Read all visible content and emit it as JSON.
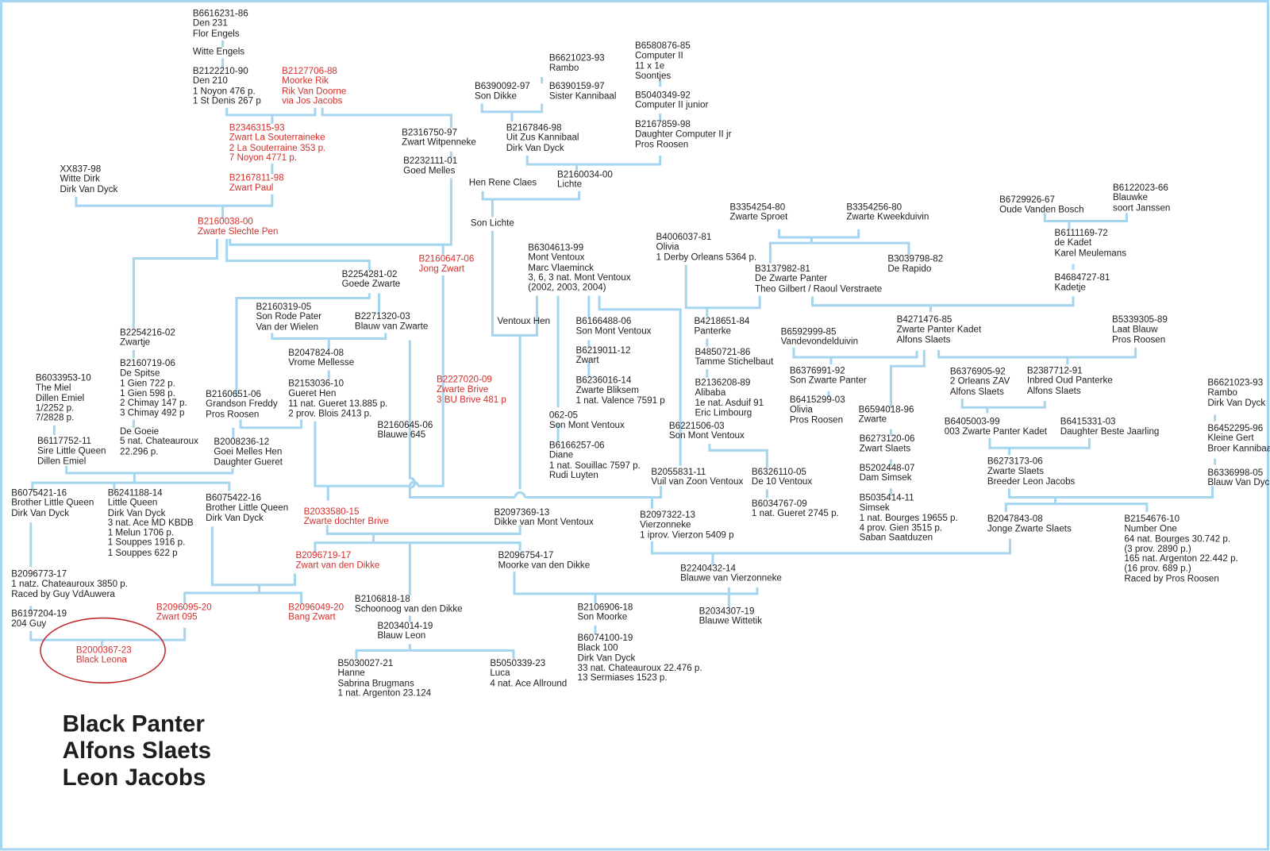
{
  "title_lines": [
    "Black Panter",
    "Alfons Slaets",
    "Leon Jacobs"
  ],
  "colors": {
    "connector": "#a5d5ef",
    "highlight": "#d3302c",
    "text": "#1e1e1e",
    "frame": "#a5d5ef"
  },
  "nodes": [
    {
      "lines": [
        "B6616231-86",
        "Den 231",
        "Flor Engels"
      ]
    },
    {
      "lines": [
        "Witte Engels"
      ]
    },
    {
      "lines": [
        "B2122210-90",
        "Den 210",
        "1 Noyon 476 p.",
        "1 St Denis 267 p"
      ]
    },
    {
      "lines": [
        "B2127706-88",
        "Moorke Rik",
        "Rik Van Doorne",
        "via Jos Jacobs"
      ],
      "red": true
    },
    {
      "lines": [
        "B2346315-93",
        "Zwart La Souterraineke",
        "2 La Souterraine 353 p.",
        "7 Noyon 4771 p."
      ],
      "red": true
    },
    {
      "lines": [
        "B2167811-98",
        "Zwart Paul"
      ],
      "red": true
    },
    {
      "lines": [
        "XX837-98",
        "Witte Dirk",
        "Dirk Van Dyck"
      ]
    },
    {
      "lines": [
        "B2160038-00",
        "Zwarte Slechte Pen"
      ],
      "red": true
    },
    {
      "lines": [
        "B2316750-97",
        "Zwart Witpenneke"
      ]
    },
    {
      "lines": [
        "B2232111-01",
        "Goed Melles"
      ]
    },
    {
      "lines": [
        "B6621023-93",
        "Rambo"
      ]
    },
    {
      "lines": [
        "B6390092-97",
        "Son Dikke"
      ]
    },
    {
      "lines": [
        "B6390159-97",
        "Sister Kannibaal"
      ]
    },
    {
      "lines": [
        "B6580876-85",
        "Computer II",
        "11 x 1e",
        "Soontjes"
      ]
    },
    {
      "lines": [
        "B5040349-92",
        "Computer II junior"
      ]
    },
    {
      "lines": [
        "B2167846-98",
        "Uit Zus Kannibaal",
        "Dirk Van Dyck"
      ]
    },
    {
      "lines": [
        "B2167859-98",
        "Daughter Computer II jr",
        "Pros Roosen"
      ]
    },
    {
      "lines": [
        "B2160034-00",
        "Lichte"
      ]
    },
    {
      "lines": [
        "Hen Rene Claes"
      ]
    },
    {
      "lines": [
        "Son Lichte"
      ]
    },
    {
      "lines": [
        "B2160647-06",
        "Jong Zwart"
      ],
      "red": true
    },
    {
      "lines": [
        "B2254281-02",
        "Goede Zwarte"
      ]
    },
    {
      "lines": [
        "B6304613-99",
        "Mont Ventoux",
        "Marc Vlaeminck",
        "3, 6, 3 nat. Mont Ventoux",
        "(2002, 2003, 2004)"
      ]
    },
    {
      "lines": [
        "B4006037-81",
        "Olivia",
        "1 Derby Orleans 5364 p."
      ]
    },
    {
      "lines": [
        "B3354254-80",
        "Zwarte Sproet"
      ]
    },
    {
      "lines": [
        "B3354256-80",
        "Zwarte Kweekduivin"
      ]
    },
    {
      "lines": [
        "B3137982-81",
        "De Zwarte Panter",
        "Theo Gilbert / Raoul Verstraete"
      ]
    },
    {
      "lines": [
        "B3039798-82",
        "De Rapido"
      ]
    },
    {
      "lines": [
        "B6729926-67",
        "Oude Vanden Bosch"
      ]
    },
    {
      "lines": [
        "B6122023-66",
        "Blauwke",
        "soort Janssen"
      ]
    },
    {
      "lines": [
        "B6111169-72",
        "de Kadet",
        "Karel Meulemans"
      ]
    },
    {
      "lines": [
        "B4684727-81",
        "Kadetje"
      ]
    },
    {
      "lines": [
        "B2160319-05",
        "Son Rode Pater",
        "Van der Wielen"
      ]
    },
    {
      "lines": [
        "B2271320-03",
        "Blauw van Zwarte"
      ]
    },
    {
      "lines": [
        "B2254216-02",
        "Zwartje"
      ]
    },
    {
      "lines": [
        "B2047824-08",
        "Vrome Mellesse"
      ]
    },
    {
      "lines": [
        "B2160719-06",
        "De Spitse",
        "1 Gien 722 p.",
        "1 Gien 598 p.",
        "2 Chimay 147 p.",
        "3 Chimay 492 p"
      ]
    },
    {
      "lines": [
        "B6033953-10",
        "The Miel",
        "Dillen Emiel",
        "1/2252 p.",
        "7/2828 p."
      ]
    },
    {
      "lines": [
        "B2153036-10",
        "Gueret Hen",
        "11 nat. Gueret 13.885 p.",
        "2 prov. Blois 2413 p."
      ]
    },
    {
      "lines": [
        "B2160651-06",
        "Grandson Freddy",
        "Pros Roosen"
      ]
    },
    {
      "lines": [
        "B2227020-09",
        "Zwarte Brive",
        "3 BU Brive 481 p"
      ],
      "red": true
    },
    {
      "lines": [
        "B2160645-06",
        "Blauwe 645"
      ]
    },
    {
      "lines": [
        "De Goeie",
        "5 nat. Chateauroux",
        "22.296 p."
      ]
    },
    {
      "lines": [
        "B6117752-11",
        "Sire Little Queen",
        "Dillen Emiel"
      ]
    },
    {
      "lines": [
        "B2008236-12",
        "Goei Melles Hen",
        "Daughter Gueret"
      ]
    },
    {
      "lines": [
        "Ventoux Hen"
      ]
    },
    {
      "lines": [
        "B6166488-06",
        "Son Mont Ventoux"
      ]
    },
    {
      "lines": [
        "B6219011-12",
        "Zwart"
      ]
    },
    {
      "lines": [
        "B6236016-14",
        "Zwarte Bliksem",
        "1 nat. Valence 7591 p"
      ]
    },
    {
      "lines": [
        "062-05",
        "Son Mont Ventoux"
      ]
    },
    {
      "lines": [
        "B6166257-06",
        "Diane",
        "1 nat. Souillac 7597 p.",
        "Rudi Luyten"
      ]
    },
    {
      "lines": [
        "B4218651-84",
        "Panterke"
      ]
    },
    {
      "lines": [
        "B4850721-86",
        "Tamme Stichelbaut"
      ]
    },
    {
      "lines": [
        "B2136208-89",
        "Alibaba",
        "1e nat. Asduif 91",
        "Eric Limbourg"
      ]
    },
    {
      "lines": [
        "B6221506-03",
        "Son Mont Ventoux"
      ]
    },
    {
      "lines": [
        "B2055831-11",
        "Vuil van Zoon Ventoux"
      ]
    },
    {
      "lines": [
        "B6326110-05",
        "De 10 Ventoux"
      ]
    },
    {
      "lines": [
        "B6034767-09",
        "1 nat. Gueret 2745 p."
      ]
    },
    {
      "lines": [
        "B6592999-85",
        "Vandevondelduivin"
      ]
    },
    {
      "lines": [
        "B6376991-92",
        "Son Zwarte Panter"
      ]
    },
    {
      "lines": [
        "B6415299-03",
        "Olivia",
        "Pros Roosen"
      ]
    },
    {
      "lines": [
        "B4271476-85",
        "Zwarte Panter Kadet",
        "Alfons Slaets"
      ]
    },
    {
      "lines": [
        "B5339305-89",
        "Laat Blauw",
        "Pros Roosen"
      ]
    },
    {
      "lines": [
        "B6376905-92",
        "2 Orleans ZAV",
        "Alfons Slaets"
      ]
    },
    {
      "lines": [
        "B2387712-91",
        "Inbred Oud Panterke",
        "Alfons Slaets"
      ]
    },
    {
      "lines": [
        "B6594018-96",
        "Zwarte"
      ]
    },
    {
      "lines": [
        "B6273120-06",
        "Zwart Slaets"
      ]
    },
    {
      "lines": [
        "B5202448-07",
        "Dam Simsek"
      ]
    },
    {
      "lines": [
        "B5035414-11",
        "Simsek",
        "1 nat. Bourges 19655 p.",
        "4 prov. Gien 3515 p.",
        "Saban Saatduzen"
      ]
    },
    {
      "lines": [
        "B6405003-99",
        "003 Zwarte Panter Kadet"
      ]
    },
    {
      "lines": [
        "B6415331-03",
        "Daughter Beste Jaarling"
      ]
    },
    {
      "lines": [
        "B6621023-93",
        "Rambo",
        "Dirk Van Dyck"
      ]
    },
    {
      "lines": [
        "B6452295-96",
        "Kleine Gert",
        "Broer Kannibaal"
      ]
    },
    {
      "lines": [
        "B6336998-05",
        "Blauw Van Dyck"
      ]
    },
    {
      "lines": [
        "B6273173-06",
        "Zwarte Slaets",
        "Breeder Leon Jacobs"
      ]
    },
    {
      "lines": [
        "B2047843-08",
        "Jonge Zwarte Slaets"
      ]
    },
    {
      "lines": [
        "B2154676-10",
        "Number One",
        "64 nat. Bourges 30.742 p.",
        "(3 prov. 2890 p.)",
        "165 nat. Argenton 22.442 p.",
        "(16 prov. 689 p.)",
        "Raced by Pros Roosen"
      ]
    },
    {
      "lines": [
        "B6075421-16",
        "Brother Little Queen",
        "Dirk Van Dyck"
      ]
    },
    {
      "lines": [
        "B6241188-14",
        "Little Queen",
        "Dirk Van Dyck",
        "3 nat. Ace MD KBDB",
        "1 Melun 1706 p.",
        "1 Souppes 1916 p.",
        "1 Souppes 622 p"
      ]
    },
    {
      "lines": [
        "B6075422-16",
        "Brother Little Queen",
        "Dirk Van Dyck"
      ]
    },
    {
      "lines": [
        "B2033580-15",
        "Zwarte dochter Brive"
      ],
      "red": true
    },
    {
      "lines": [
        "B2097369-13",
        "Dikke van Mont Ventoux"
      ]
    },
    {
      "lines": [
        "B2097322-13",
        "Vierzonneke",
        "1 iprov. Vierzon 5409 p"
      ]
    },
    {
      "lines": [
        "B2096719-17",
        "Zwart van den Dikke"
      ],
      "red": true
    },
    {
      "lines": [
        "B2096754-17",
        "Moorke van den Dikke"
      ]
    },
    {
      "lines": [
        "B2240432-14",
        "Blauwe van Vierzonneke"
      ]
    },
    {
      "lines": [
        "B2096773-17",
        "1 natz. Chateauroux 3850 p.",
        "Raced by Guy VdAuwera"
      ]
    },
    {
      "lines": [
        "B2106818-18",
        "Schoonoog van den Dikke"
      ]
    },
    {
      "lines": [
        "B2106906-18",
        "Son Moorke"
      ]
    },
    {
      "lines": [
        "B2034307-19",
        "Blauwe Wittetik"
      ]
    },
    {
      "lines": [
        "B2096095-20",
        "Zwart 095"
      ],
      "red": true
    },
    {
      "lines": [
        "B2096049-20",
        "Bang Zwart"
      ],
      "red": true
    },
    {
      "lines": [
        "B6197204-19",
        "204 Guy"
      ]
    },
    {
      "lines": [
        "B2034014-19",
        "Blauw Leon"
      ]
    },
    {
      "lines": [
        "B6074100-19",
        "Black 100",
        "Dirk Van Dyck",
        "33 nat. Chateauroux 22.476 p.",
        "13 Sermiases 1523 p."
      ]
    },
    {
      "lines": [
        "B2000367-23",
        "Black Leona"
      ],
      "red": true
    },
    {
      "lines": [
        "B5030027-21",
        "Hanne",
        "Sabrina Brugmans",
        "1 nat. Argenton 23.124"
      ]
    },
    {
      "lines": [
        "B5050339-23",
        "Luca",
        "4 nat. Ace Allround"
      ]
    }
  ]
}
